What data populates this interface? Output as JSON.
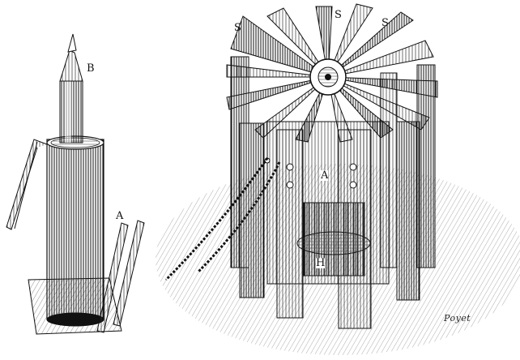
{
  "figure": {
    "labels": {
      "b": "B",
      "a_left": "A",
      "s1": "S",
      "s2": "S",
      "s3": "S",
      "a_center": "A",
      "h": "H"
    },
    "signature": "Poyet",
    "colors": {
      "ink": "#111111",
      "paper": "#ffffff",
      "shade": "#444444"
    }
  }
}
